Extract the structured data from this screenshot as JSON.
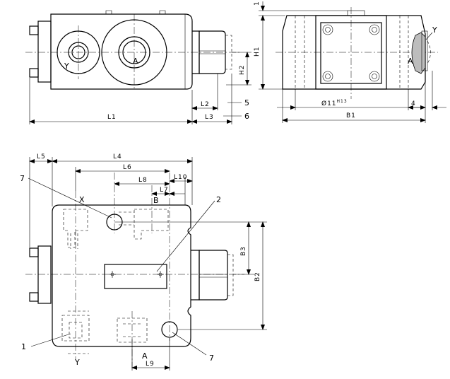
{
  "front_view": {
    "labels": {
      "y_port": "Y",
      "a_port": "A"
    },
    "dims": {
      "l1": "L1",
      "l2": "L2",
      "l3": "L3",
      "h2": "H2"
    },
    "callouts": {
      "item5": "5",
      "item6": "6"
    }
  },
  "side_view": {
    "labels": {
      "a_port": "A",
      "y_port": "Y"
    },
    "dims": {
      "h1": "H1",
      "b1": "B1",
      "bore": "Ø11",
      "bore_tol": "H13",
      "four": "4",
      "one": "1"
    }
  },
  "top_view": {
    "labels": {
      "x_port": "X",
      "b_port": "B",
      "a_port": "A",
      "y_port": "Y"
    },
    "dims": {
      "l4": "L4",
      "l5": "L5",
      "l6": "L6",
      "l7": "L7",
      "l8": "L8",
      "l9": "L9",
      "l10": "L10",
      "b2": "B2",
      "b3": "B3"
    },
    "callouts": {
      "item1": "1",
      "item2": "2",
      "item7_top": "7",
      "item7_bottom": "7"
    }
  }
}
